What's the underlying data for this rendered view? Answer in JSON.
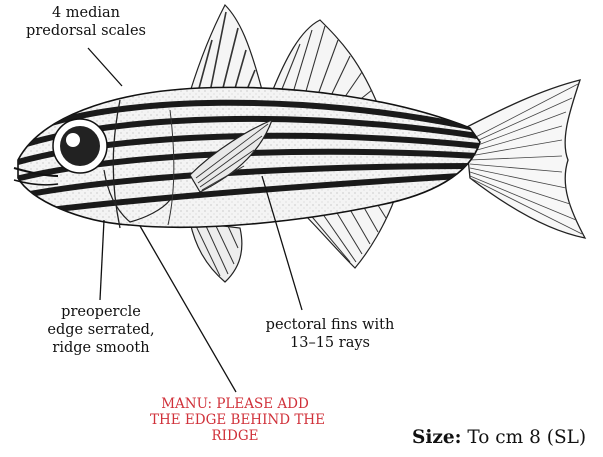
{
  "labels": {
    "scales_line1": "4 median",
    "scales_line2": "predorsal scales",
    "preopercle_line1": "preopercle",
    "preopercle_line2": "edge serrated,",
    "preopercle_line3": "ridge smooth",
    "pectoral_line1": "pectoral fins with",
    "pectoral_line2": "13–15  rays",
    "note_line1": "MANU: PLEASE ADD",
    "note_line2": "THE EDGE BEHIND THE",
    "note_line3": "RIDGE"
  },
  "size": {
    "label": "Size:",
    "value": "To cm 8 (SL)"
  },
  "colors": {
    "ink": "#111111",
    "note": "#d0313a",
    "stripe": "#1a1a1a",
    "body": "#f4f4f4"
  }
}
